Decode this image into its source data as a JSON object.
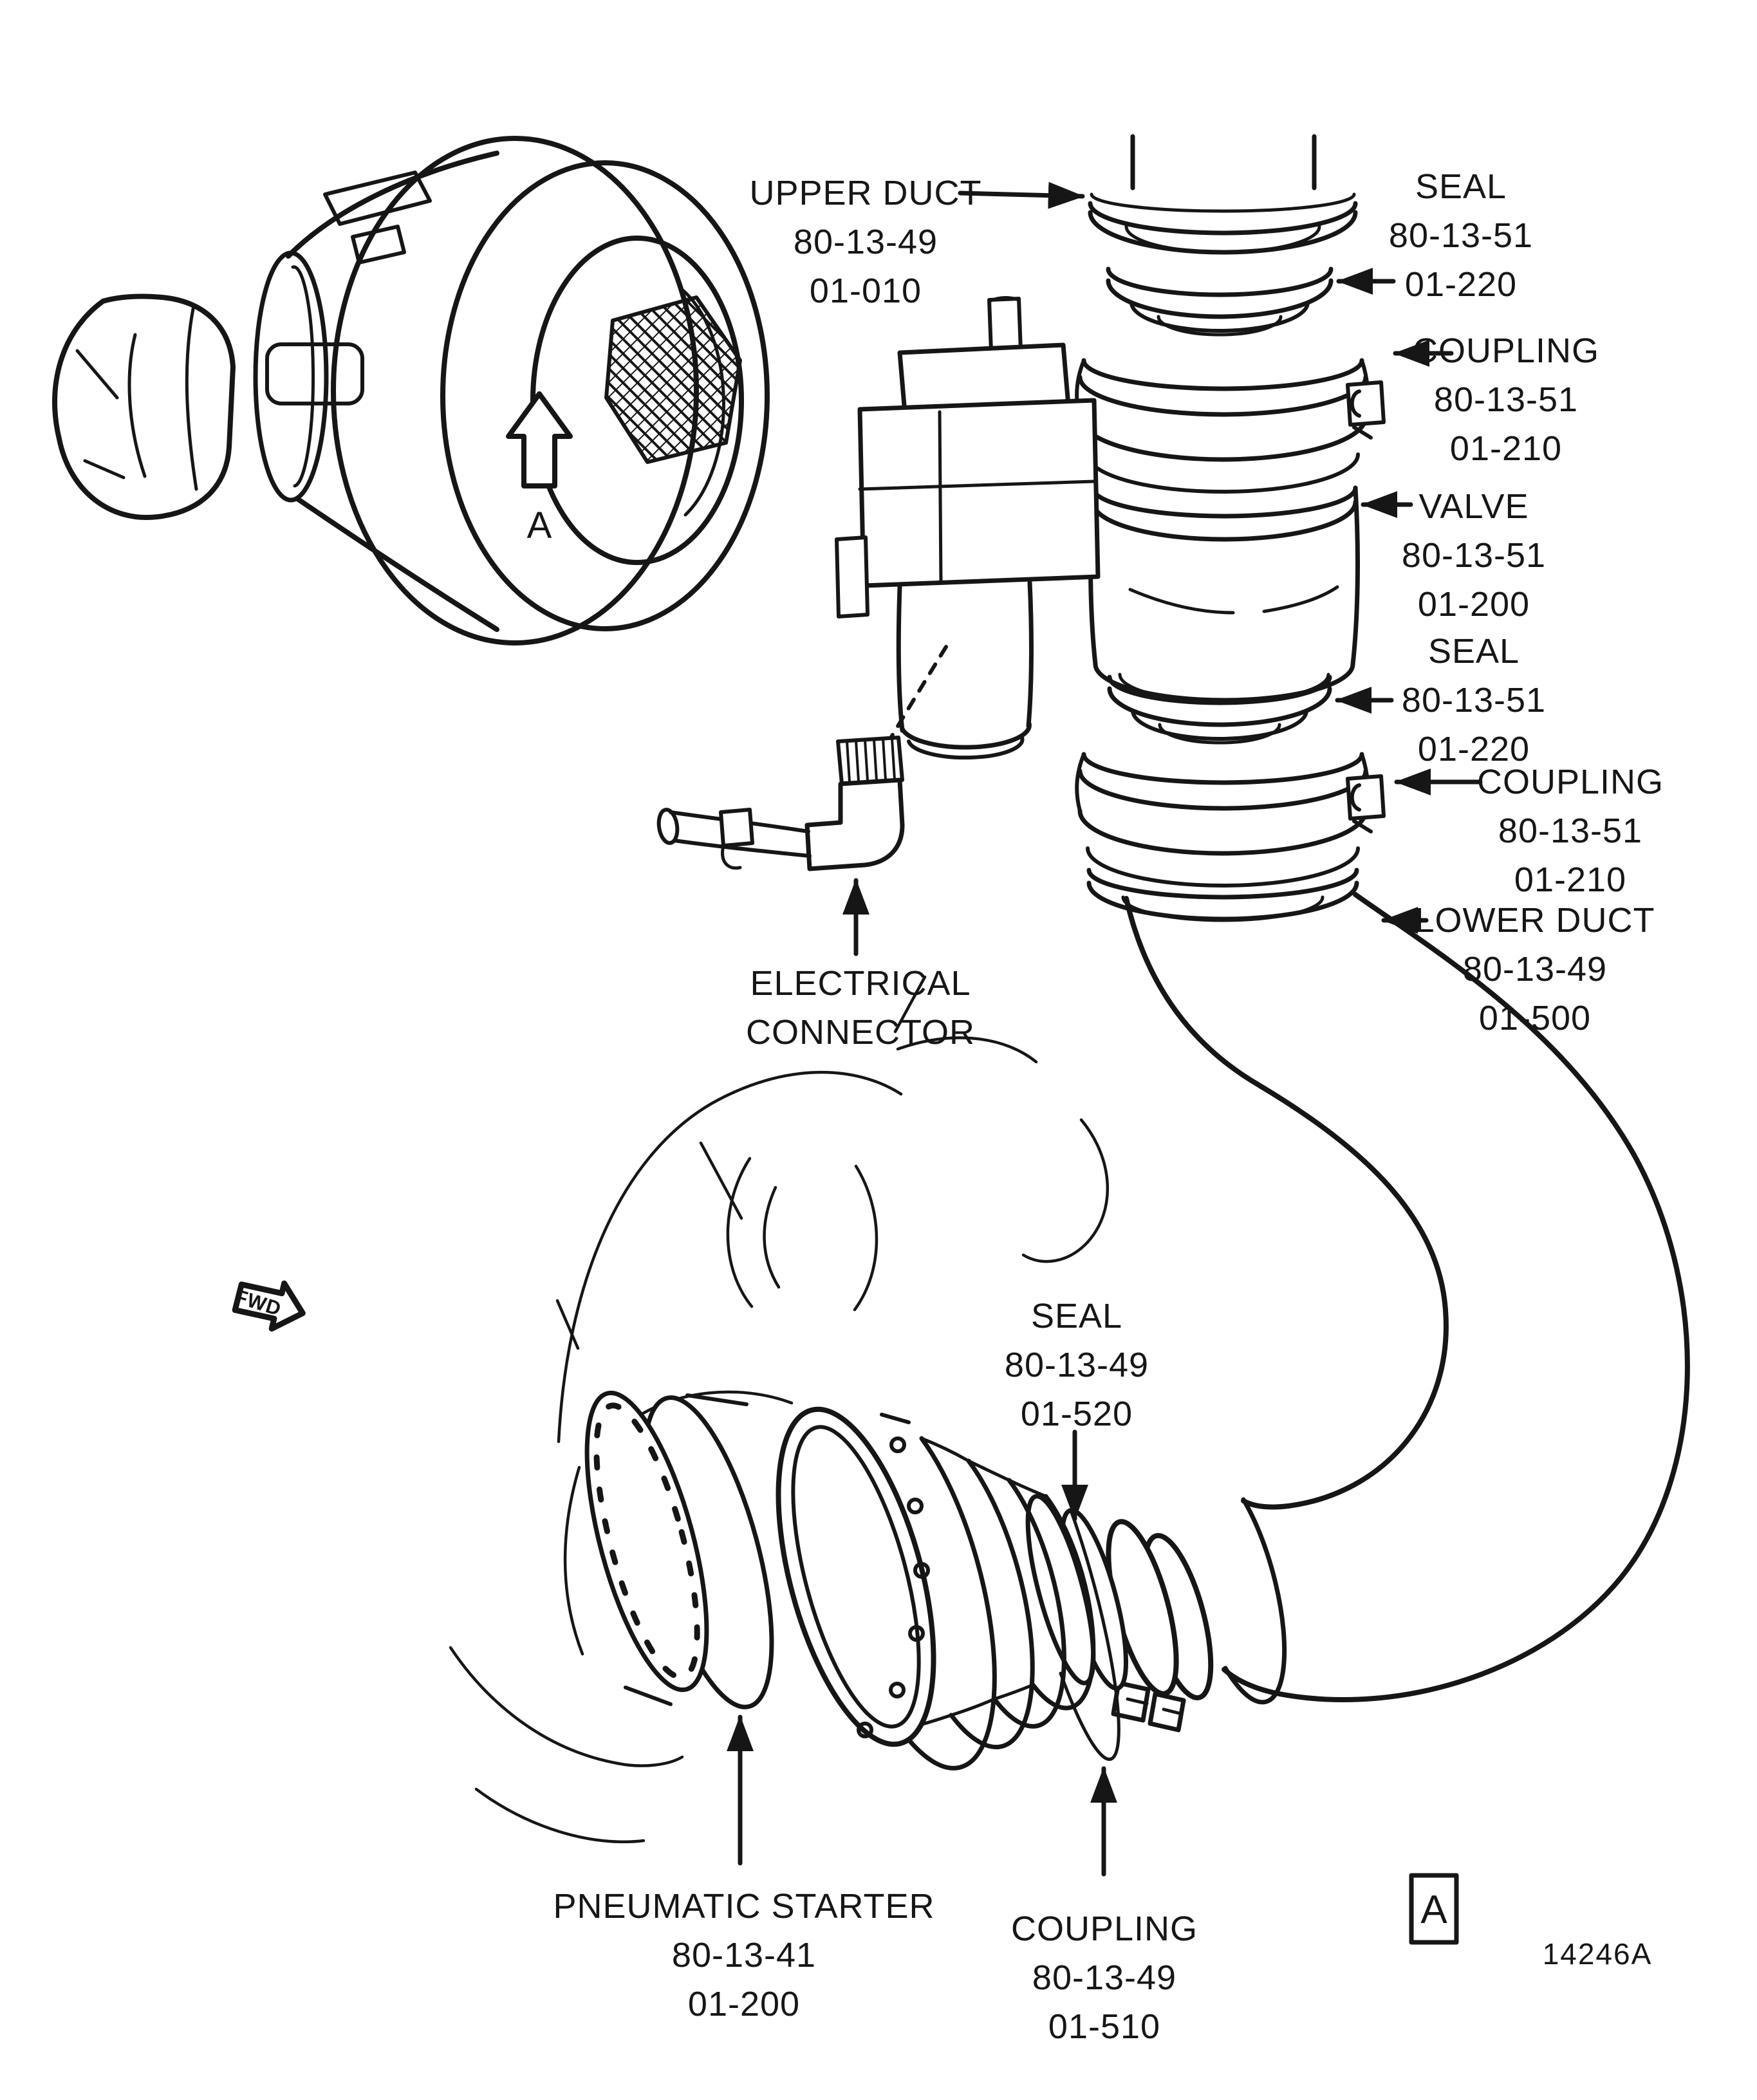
{
  "page": {
    "background": "#ffffff",
    "ink": "#161616"
  },
  "figure": {
    "number": "14246A",
    "detail_marker": "A",
    "inset_marker": "A",
    "fwd": "FWD"
  },
  "callouts": [
    {
      "id": "upper-duct",
      "arrow": "right",
      "lines": [
        "UPPER DUCT",
        "80-13-49",
        "01-010"
      ]
    },
    {
      "id": "seal-top",
      "arrow": "left",
      "lines": [
        "SEAL",
        "80-13-51",
        "01-220"
      ]
    },
    {
      "id": "coupling-top",
      "arrow": "left",
      "lines": [
        "COUPLING",
        "80-13-51",
        "01-210"
      ]
    },
    {
      "id": "valve",
      "arrow": "left",
      "lines": [
        "VALVE",
        "80-13-51",
        "01-200"
      ]
    },
    {
      "id": "seal-middle",
      "arrow": "left",
      "lines": [
        "SEAL",
        "80-13-51",
        "01-220"
      ]
    },
    {
      "id": "coupling-middle",
      "arrow": "left",
      "lines": [
        "COUPLING",
        "80-13-51",
        "01-210"
      ]
    },
    {
      "id": "lower-duct",
      "arrow": "left",
      "lines": [
        "LOWER DUCT",
        "80-13-49",
        "01-500"
      ]
    },
    {
      "id": "electrical-connector",
      "arrow": "up",
      "lines": [
        "ELECTRICAL",
        "CONNECTOR"
      ]
    },
    {
      "id": "seal-bottom",
      "arrow": "down",
      "lines": [
        "SEAL",
        "80-13-49",
        "01-520"
      ]
    },
    {
      "id": "pneumatic-starter",
      "arrow": "up",
      "lines": [
        "PNEUMATIC STARTER",
        "80-13-41",
        "01-200"
      ]
    },
    {
      "id": "coupling-bottom",
      "arrow": "up",
      "lines": [
        "COUPLING",
        "80-13-49",
        "01-510"
      ]
    }
  ]
}
